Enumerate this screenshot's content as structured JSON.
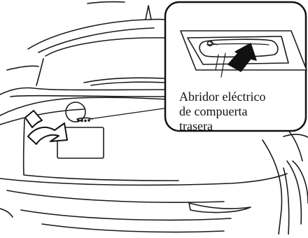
{
  "callout": {
    "label_lines": [
      "Abridor eléctrico",
      "de compuerta",
      "trasera"
    ]
  },
  "colors": {
    "line": "#1a1a1a",
    "fill": "#ffffff",
    "arrow": "#111111"
  },
  "icons": {
    "arrow_vehicle": "curved-arrow-icon",
    "arrow_detail": "up-arrow-icon"
  }
}
